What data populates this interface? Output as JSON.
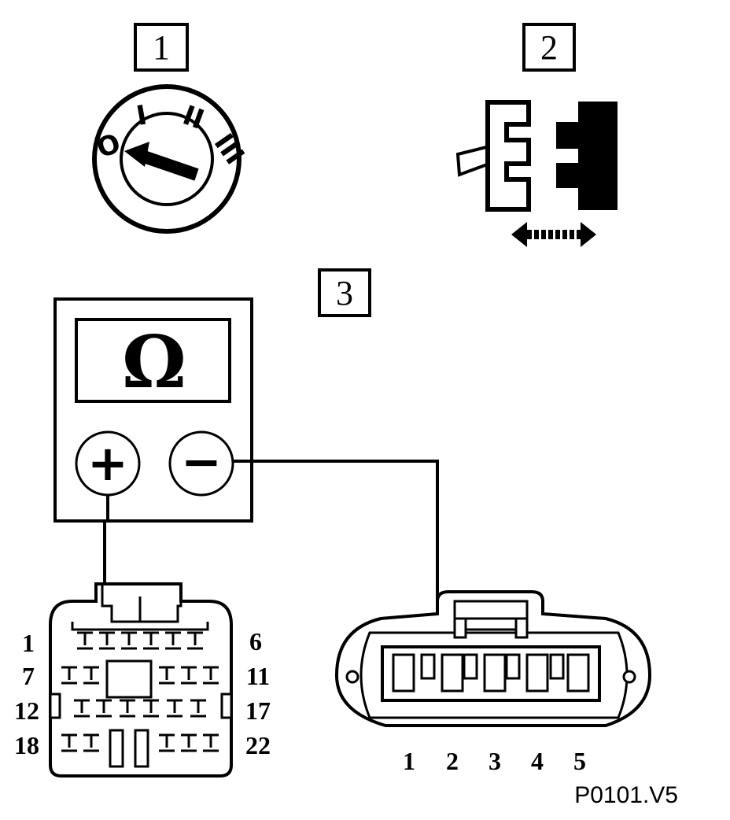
{
  "steps": {
    "step1": "1",
    "step2": "2",
    "step3": "3"
  },
  "ignition_switch": {
    "positions": [
      "O",
      "I",
      "II",
      "III"
    ]
  },
  "meter": {
    "symbol": "Ω",
    "positive": "+",
    "negative": "−"
  },
  "connector_22": {
    "row_labels_left": [
      "1",
      "7",
      "12",
      "18"
    ],
    "row_labels_right": [
      "6",
      "11",
      "17",
      "22"
    ]
  },
  "connector_5": {
    "pins": [
      "1",
      "2",
      "3",
      "4",
      "5"
    ]
  },
  "reference": "P0101.V5"
}
